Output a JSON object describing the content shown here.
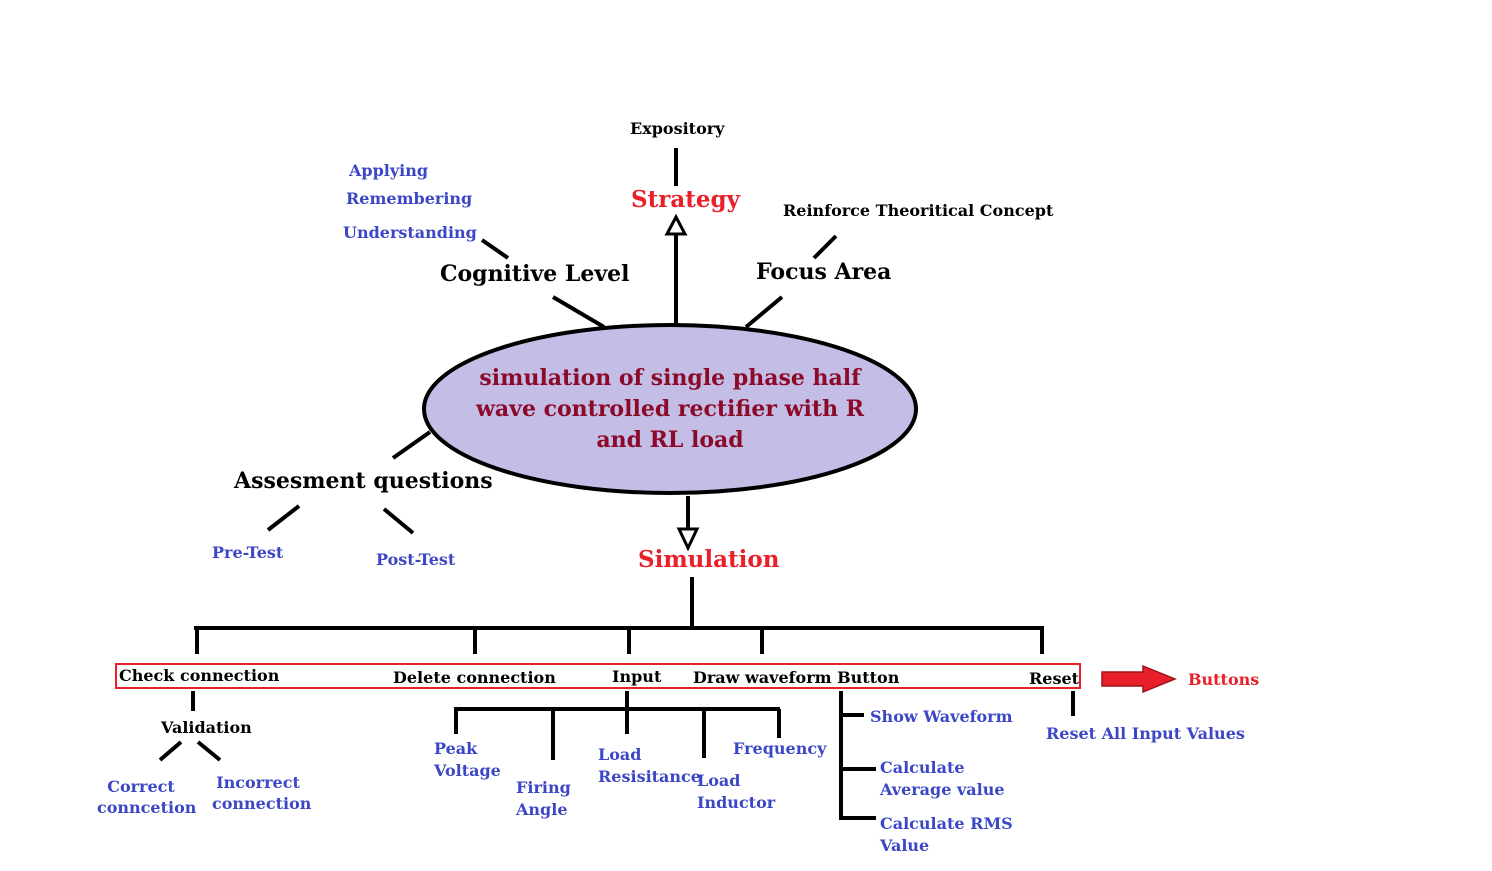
{
  "center": {
    "title": "simulation of single phase half wave controlled rectifier with R and RL load"
  },
  "strategy": {
    "label": "Strategy",
    "child": "Expository"
  },
  "cognitive": {
    "label": "Cognitive Level",
    "items": [
      "Applying",
      "Remembering",
      "Understanding"
    ]
  },
  "focus": {
    "label": "Focus Area",
    "child": "Reinforce Theoritical Concept"
  },
  "assessment": {
    "label": "Assesment questions",
    "pre": "Pre-Test",
    "post": "Post-Test"
  },
  "simulation": {
    "label": "Simulation"
  },
  "buttons": {
    "legend": "Buttons",
    "check": "Check connection",
    "delete": "Delete connection",
    "input": "Input",
    "draw": "Draw waveform Button",
    "reset": "Reset"
  },
  "validation": {
    "label": "Validation",
    "correct": "Correct conncetion",
    "incorrect": "Incorrect connection"
  },
  "inputs": {
    "peak": "Peak Voltage",
    "firing": "Firing Angle",
    "load_res": "Load Resisitance",
    "load_ind": "Load Inductor",
    "frequency": "Frequency"
  },
  "waveform": {
    "show": "Show Waveform",
    "average": "Calculate Average value",
    "rms": "Calculate RMS Value"
  },
  "reset_desc": "Reset All Input Values",
  "colors": {
    "blue": "#3b47c4",
    "red": "#e8202a",
    "maroon": "#8b0a2a",
    "ellipse_fill": "#c4bde6"
  }
}
